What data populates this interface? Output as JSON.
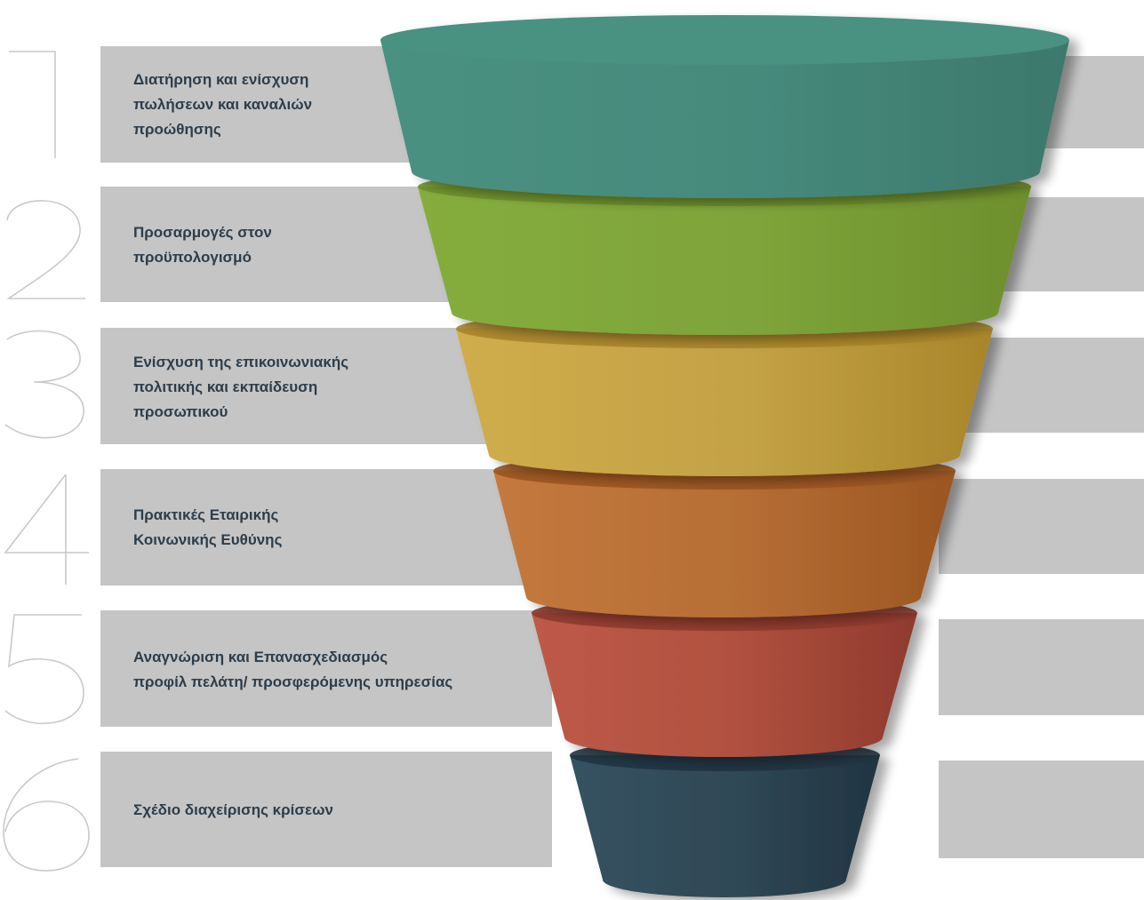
{
  "steps": [
    {
      "number": "1",
      "label": "Διατήρηση και ενίσχυση\nπωλήσεων και καναλιών\nπροώθησης",
      "color": "#458a7c",
      "color_light": "#4a9181",
      "color_dark": "#3d786c"
    },
    {
      "number": "2",
      "label": "Προσαρμογές στον\nπροϋπολογισμό",
      "color": "#7ea43a",
      "color_light": "#85ad3d",
      "color_dark": "#6e8f2d"
    },
    {
      "number": "3",
      "label": "Ενίσχυση της επικοινωνιακής\nπολιτικής και εκπαίδευση\nπροσωπικού",
      "color": "#c3a245",
      "color_light": "#d0ad4c",
      "color_dark": "#a8852a"
    },
    {
      "number": "4",
      "label": "Πρακτικές Εταιρικής\nΚοινωνικής Ευθύνης",
      "color": "#b66e35",
      "color_light": "#c4793d",
      "color_dark": "#9b5520"
    },
    {
      "number": "5",
      "label": "Αναγνώριση και Επανασχεδιασμός\nπροφίλ πελάτη/ προσφερόμενης υπηρεσίας",
      "color": "#b0503f",
      "color_light": "#be5a48",
      "color_dark": "#8f3a2e"
    },
    {
      "number": "6",
      "label": "Σχέδιο διαχείρισης κρίσεων",
      "color": "#2f4856",
      "color_light": "#365261",
      "color_dark": "#213441"
    }
  ],
  "colors": {
    "band": "#c5c5c5",
    "numeral_stroke": "#c9c9c9",
    "text": "#2e3d4a"
  }
}
